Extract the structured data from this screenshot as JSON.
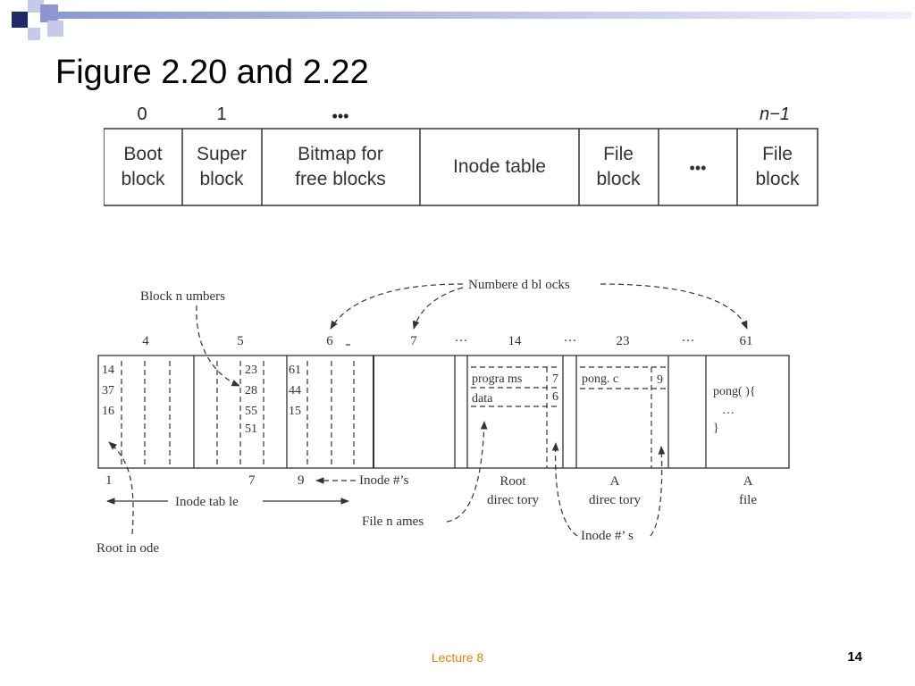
{
  "slide": {
    "title": "Figure 2.20 and 2.22",
    "footer_center": "Lecture 8",
    "page_number": "14",
    "accent_colors": {
      "navy": "#1f2a6b",
      "periwinkle": "#8c96d0",
      "footer": "#d9821b"
    }
  },
  "disk_layout": {
    "indices": {
      "first": "0",
      "second": "1",
      "dots": "•••",
      "last": "n−1"
    },
    "cells": [
      {
        "line1": "Boot",
        "line2": "block"
      },
      {
        "line1": "Super",
        "line2": "block"
      },
      {
        "line1": "Bitmap for",
        "line2": "free blocks"
      },
      {
        "line1": "Inode table",
        "line2": ""
      },
      {
        "line1": "File",
        "line2": "block"
      },
      {
        "line1": "•••",
        "line2": ""
      },
      {
        "line1": "File",
        "line2": "block"
      }
    ]
  },
  "fs_example": {
    "block_numbers_label": "Block n umbers",
    "numbered_blocks_label": "Numbere d bl ocks",
    "top_numbers": [
      "4",
      "5",
      "6",
      "7",
      "…",
      "14",
      "…",
      "23",
      "…",
      "61"
    ],
    "inode_cols": [
      [
        "14",
        "37",
        "16"
      ],
      [
        "23",
        "28",
        "55",
        "51"
      ],
      [
        "61",
        "44",
        "15"
      ]
    ],
    "root_dir_entries": [
      {
        "name": "progra ms",
        "inode": "7"
      },
      {
        "name": "data",
        "inode": "6"
      }
    ],
    "a_dir_entries": [
      {
        "name": "pong. c",
        "inode": "9"
      }
    ],
    "file_content": [
      "pong( ){",
      "…",
      "}"
    ],
    "bottom_numbers": [
      "1",
      "7",
      "9"
    ],
    "inode_hash_label": "Inode  #’s",
    "inode_table_label": "Inode  tab le",
    "root_inode_label": "Root in ode",
    "file_names_label": "File n ames",
    "inode_hash_label2": "Inode #’ s",
    "captions": [
      {
        "line1": "Root",
        "line2": "direc tory"
      },
      {
        "line1": "A",
        "line2": "direc tory"
      },
      {
        "line1": "A",
        "line2": "file"
      }
    ]
  }
}
